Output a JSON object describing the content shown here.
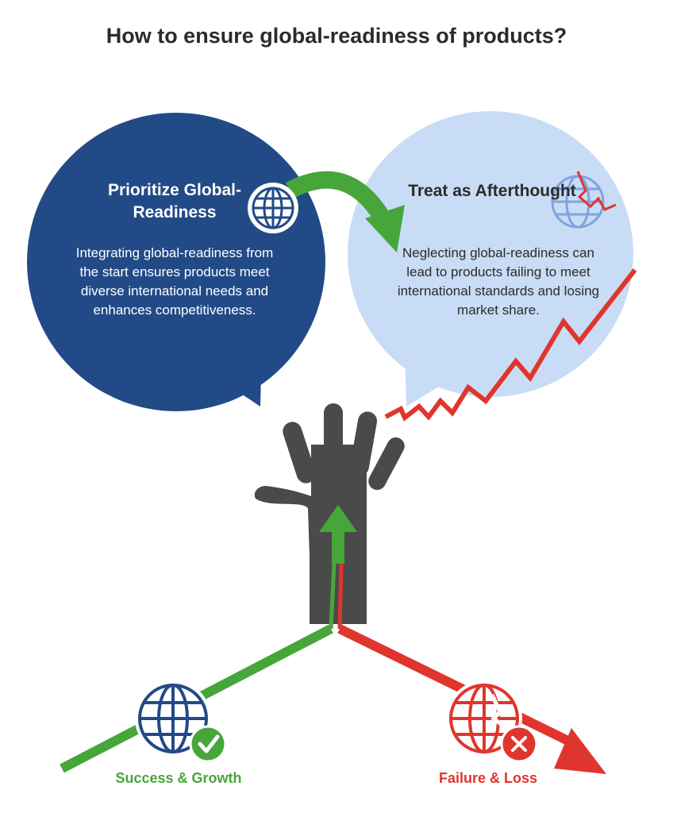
{
  "title": "How to ensure global-readiness of products?",
  "left_bubble": {
    "heading": "Prioritize Global-Readiness",
    "body": "Integrating global-readiness from the start ensures products meet diverse international needs and enhances competitiveness.",
    "icon": "globe-icon",
    "color": "#224a87"
  },
  "right_bubble": {
    "heading": "Treat as Afterthought",
    "body": "Neglecting global-readiness can lead to products failing to meet international standards and losing market share.",
    "icon": "cracked-globe-icon",
    "color": "#c8dcf5"
  },
  "outcomes": {
    "success": {
      "label": "Success & Growth",
      "icon": "globe-check-icon",
      "color": "#47a63a"
    },
    "failure": {
      "label": "Failure & Loss",
      "icon": "globe-x-icon",
      "color": "#e0352d"
    }
  },
  "center_icon": "hand-icon"
}
